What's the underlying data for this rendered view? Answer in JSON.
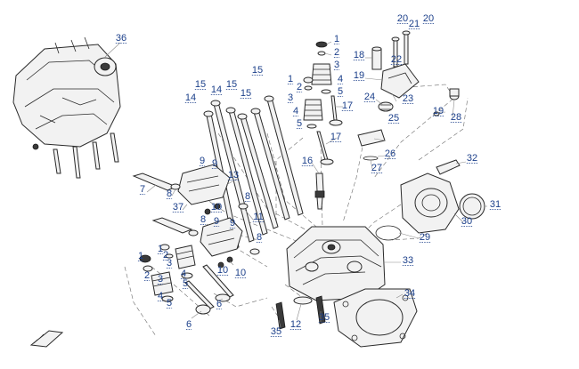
{
  "diagram": {
    "callouts": [
      {
        "id": "c36",
        "text": "36"
      },
      {
        "id": "c1a",
        "text": "1"
      },
      {
        "id": "c2a",
        "text": "2"
      },
      {
        "id": "c3a",
        "text": "3"
      },
      {
        "id": "c18",
        "text": "18"
      },
      {
        "id": "c20a",
        "text": "20"
      },
      {
        "id": "c21",
        "text": "21"
      },
      {
        "id": "c20b",
        "text": "20"
      },
      {
        "id": "c22",
        "text": "22"
      },
      {
        "id": "c19a",
        "text": "19"
      },
      {
        "id": "c15a",
        "text": "15"
      },
      {
        "id": "c1b",
        "text": "1"
      },
      {
        "id": "c2b",
        "text": "2"
      },
      {
        "id": "c4a",
        "text": "4"
      },
      {
        "id": "c15b",
        "text": "15"
      },
      {
        "id": "c14a",
        "text": "14"
      },
      {
        "id": "c15c",
        "text": "15"
      },
      {
        "id": "c15d",
        "text": "15"
      },
      {
        "id": "c5a",
        "text": "5"
      },
      {
        "id": "c24",
        "text": "24"
      },
      {
        "id": "c23",
        "text": "23"
      },
      {
        "id": "c19b",
        "text": "19"
      },
      {
        "id": "c3b",
        "text": "3"
      },
      {
        "id": "c14b",
        "text": "14"
      },
      {
        "id": "c17a",
        "text": "17"
      },
      {
        "id": "c4b",
        "text": "4"
      },
      {
        "id": "c5b",
        "text": "5"
      },
      {
        "id": "c25",
        "text": "25"
      },
      {
        "id": "c28",
        "text": "28"
      },
      {
        "id": "c17b",
        "text": "17"
      },
      {
        "id": "c26",
        "text": "26"
      },
      {
        "id": "c16",
        "text": "16"
      },
      {
        "id": "c9a",
        "text": "9"
      },
      {
        "id": "c9b",
        "text": "9"
      },
      {
        "id": "c27",
        "text": "27"
      },
      {
        "id": "c32",
        "text": "32"
      },
      {
        "id": "c13",
        "text": "13"
      },
      {
        "id": "c7",
        "text": "7"
      },
      {
        "id": "c8a",
        "text": "8"
      },
      {
        "id": "c8b",
        "text": "8"
      },
      {
        "id": "c10a",
        "text": "10"
      },
      {
        "id": "c37",
        "text": "37"
      },
      {
        "id": "c31",
        "text": "31"
      },
      {
        "id": "c11",
        "text": "11"
      },
      {
        "id": "c30",
        "text": "30"
      },
      {
        "id": "c8c",
        "text": "8"
      },
      {
        "id": "c9c",
        "text": "9"
      },
      {
        "id": "c8d",
        "text": "8"
      },
      {
        "id": "c9d",
        "text": "9"
      },
      {
        "id": "c29",
        "text": "29"
      },
      {
        "id": "c1c",
        "text": "1"
      },
      {
        "id": "c2c",
        "text": "2"
      },
      {
        "id": "c1d",
        "text": "1"
      },
      {
        "id": "c3c",
        "text": "3"
      },
      {
        "id": "c33",
        "text": "33"
      },
      {
        "id": "c10b",
        "text": "10"
      },
      {
        "id": "c10c",
        "text": "10"
      },
      {
        "id": "c2d",
        "text": "2"
      },
      {
        "id": "c4c",
        "text": "4"
      },
      {
        "id": "c3d",
        "text": "3"
      },
      {
        "id": "c5c",
        "text": "5"
      },
      {
        "id": "c4d",
        "text": "4"
      },
      {
        "id": "c6a",
        "text": "6"
      },
      {
        "id": "c34",
        "text": "34"
      },
      {
        "id": "c5d",
        "text": "5"
      },
      {
        "id": "c35a",
        "text": "35"
      },
      {
        "id": "c6b",
        "text": "6"
      },
      {
        "id": "c12",
        "text": "12"
      },
      {
        "id": "c35b",
        "text": "35"
      }
    ]
  }
}
